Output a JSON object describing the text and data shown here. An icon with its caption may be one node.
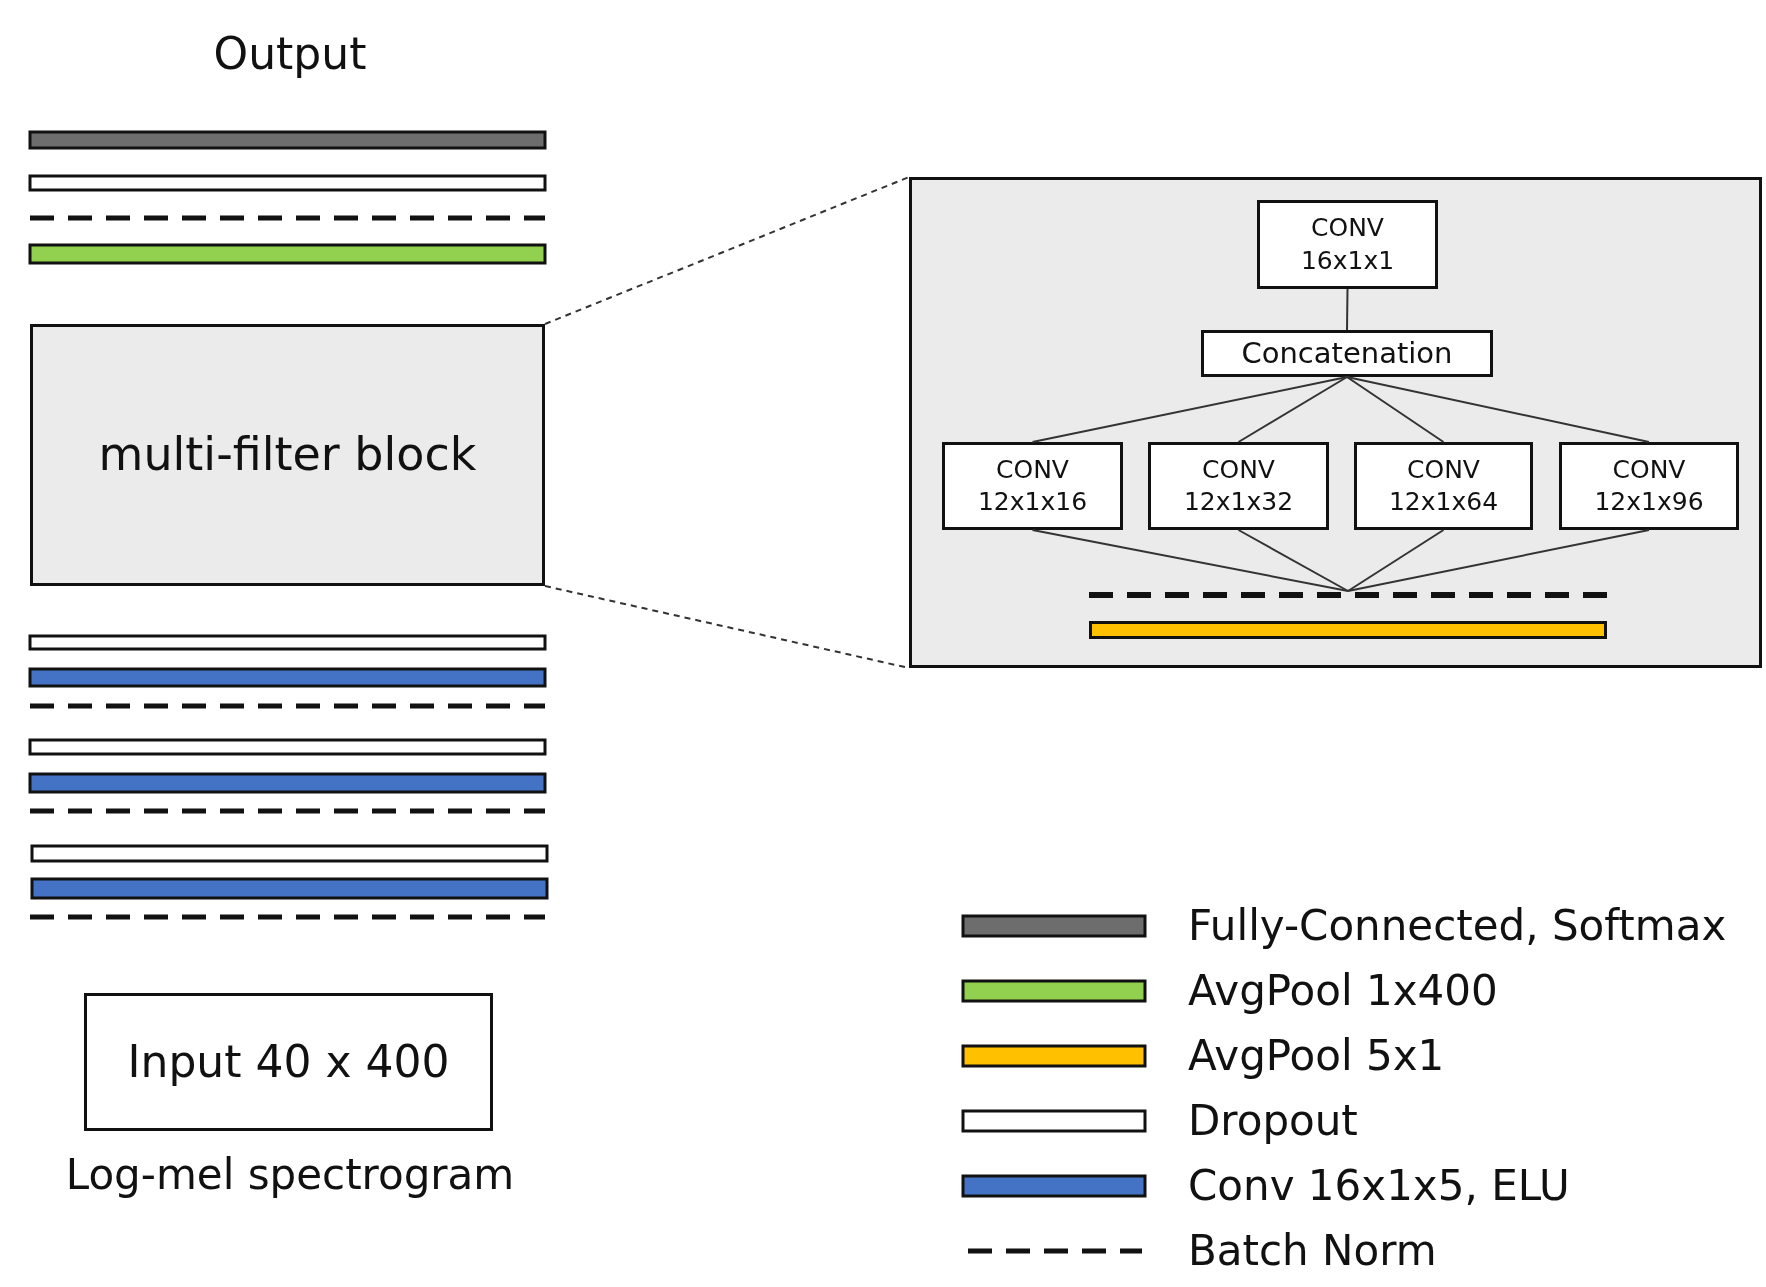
{
  "diagram": {
    "nodes": [
      {
        "text": [
          "multi-filter block"
        ]
      },
      {
        "text": [],
        "shape": "box"
      },
      {
        "text": [
          "CONV 16x1x1"
        ],
        "in": 1
      },
      {
        "text": [
          "Concatenation"
        ],
        "in": 1
      },
      {
        "text": [
          "CONV 12x1x16"
        ],
        "in": 1
      },
      {
        "text": [
          "CONV 12x1x32"
        ],
        "in": 1
      },
      {
        "text": [
          "CONV 12x1x64"
        ],
        "in": 1
      },
      {
        "text": [
          "CONV 12x1x96"
        ],
        "in": 1
      },
      {
        "text": [],
        "shape": "line",
        "in": 1
      },
      {
        "text": [],
        "shape": "bar",
        "in": 1
      },
      {
        "text": [
          "Input 40 x 400"
        ],
        "beside": [
          "Log-mel spectrogram"
        ]
      }
    ],
    "edges": [
      {
        "from": 0,
        "to": 1,
        "arrow": "none",
        "style": "dashed"
      },
      {
        "from": 0,
        "to": 1,
        "arrow": "none",
        "style": "dashed"
      },
      {
        "from": 2,
        "to": 3,
        "arrow": "none"
      },
      {
        "from": 3,
        "to": 4,
        "arrow": "none"
      },
      {
        "from": 3,
        "to": 5,
        "arrow": "none"
      },
      {
        "from": 3,
        "to": 6,
        "arrow": "none"
      },
      {
        "from": 3,
        "to": 7,
        "arrow": "none"
      },
      {
        "from": 4,
        "to": 8,
        "arrow": "none"
      },
      {
        "from": 5,
        "to": 8,
        "arrow": "none"
      },
      {
        "from": 6,
        "to": 8,
        "arrow": "none"
      },
      {
        "from": 7,
        "to": 8,
        "arrow": "none"
      }
    ],
    "labels": [
      "Output"
    ],
    "legend": [
      {
        "text": "Fully-Connected, Softmax",
        "color": "#6d6d6d"
      },
      {
        "text": "AvgPool 1x400",
        "color": "#92d050"
      },
      {
        "text": "AvgPool 5x1",
        "color": "#ffc000"
      },
      {
        "text": "Dropout",
        "color": "#ffffff"
      },
      {
        "text": "Conv 16x1x5, ELU",
        "color": "#4472c4"
      },
      {
        "text": "Batch Norm"
      }
    ]
  }
}
